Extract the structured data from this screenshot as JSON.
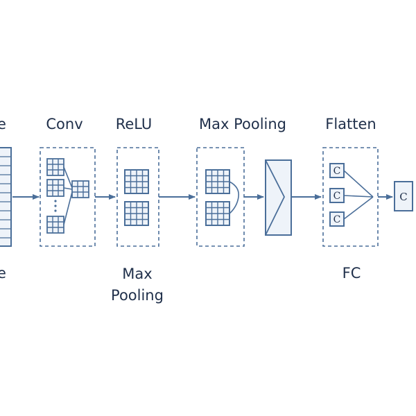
{
  "colors": {
    "stroke": "#4a6e99",
    "box_fill": "#eef3f9",
    "text": "#1f2f4a"
  },
  "top_labels": {
    "input_partial": "e",
    "conv": "Conv",
    "relu": "ReLU",
    "max_pooling": "Max Pooling",
    "flatten": "Flatten"
  },
  "bottom_labels": {
    "input_partial": "e",
    "max_pooling": "Max Pooling",
    "fc": "FC"
  },
  "node_letter": "C"
}
